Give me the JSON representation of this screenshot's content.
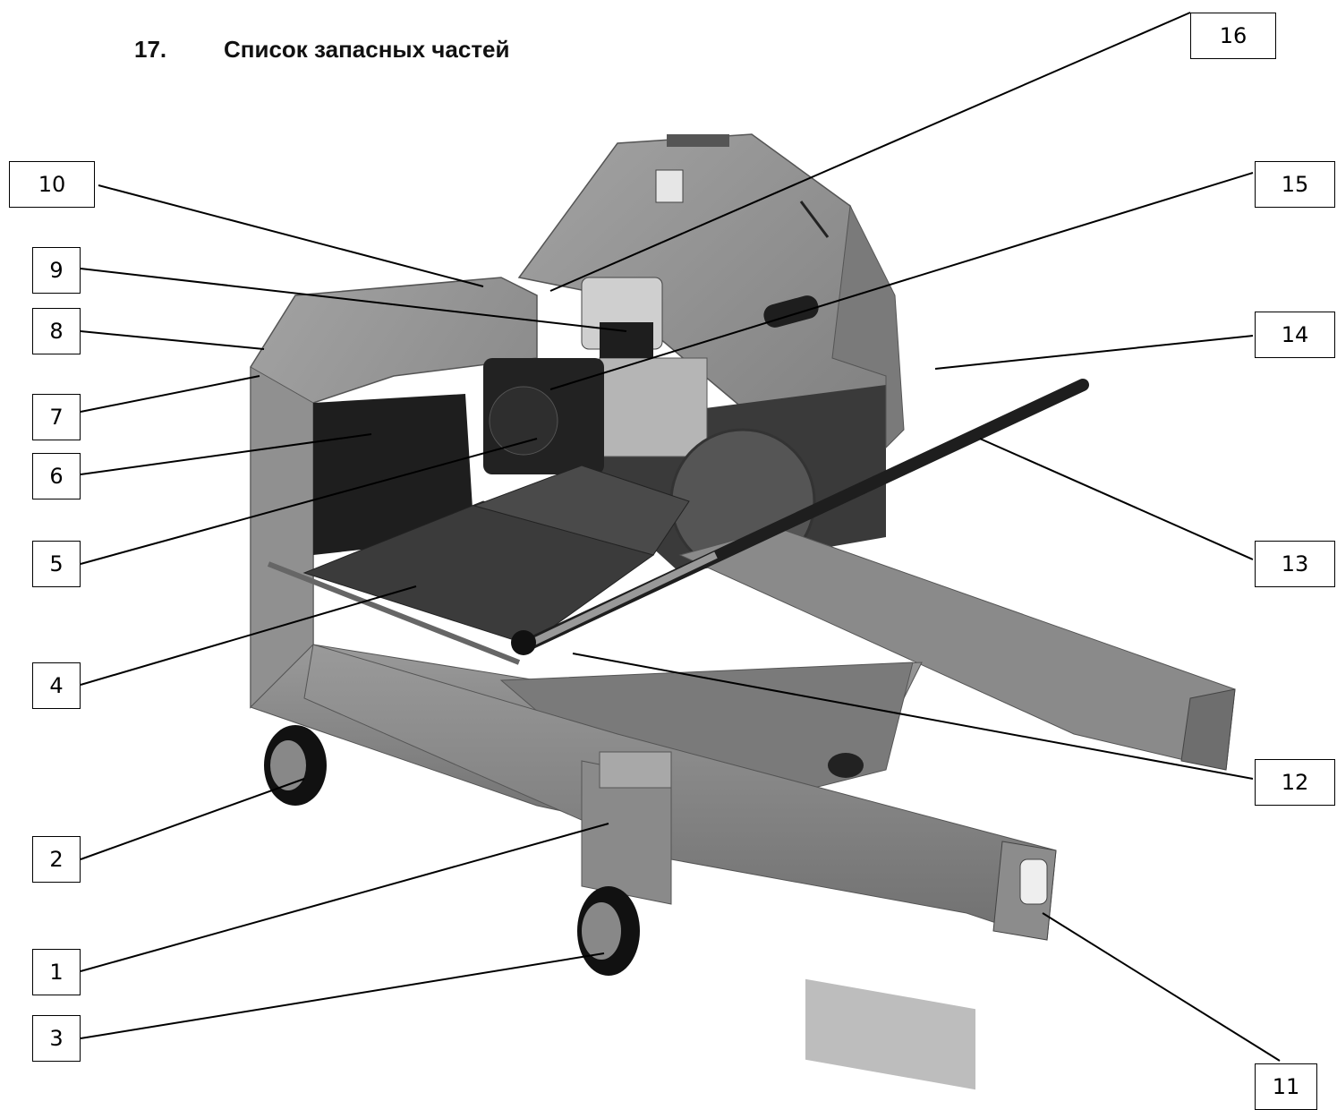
{
  "heading": {
    "number": "17.",
    "title": "Список запасных частей"
  },
  "callouts": [
    "1",
    "2",
    "3",
    "4",
    "5",
    "6",
    "7",
    "8",
    "9",
    "10",
    "11",
    "12",
    "13",
    "14",
    "15",
    "16"
  ],
  "colors": {
    "machine_body": "#8a8a8a",
    "machine_shadow": "#5e5e5e",
    "machine_light": "#a7a7a7",
    "dark": "#1e1e1e"
  }
}
